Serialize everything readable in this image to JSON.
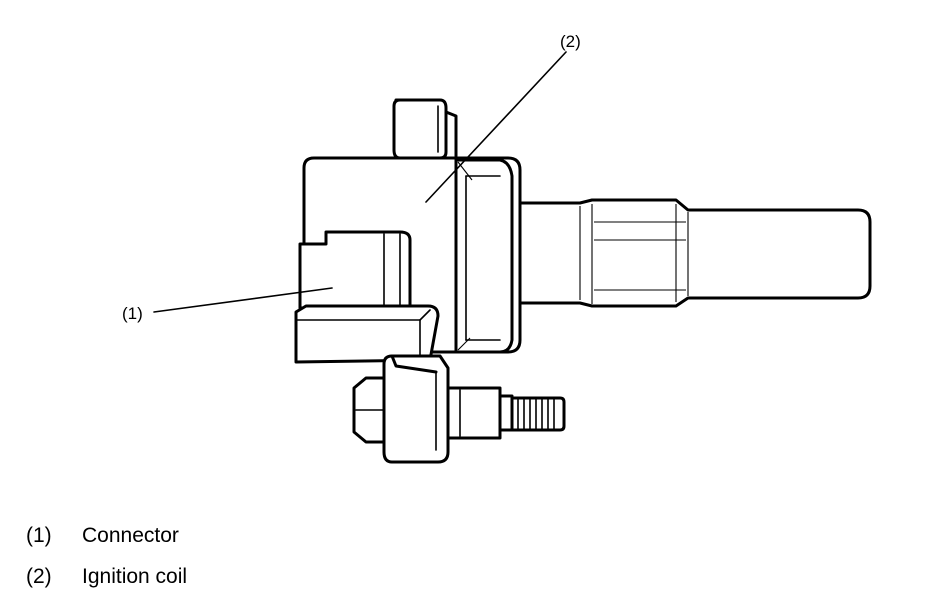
{
  "callouts": {
    "connector": "(1)",
    "ignition_coil": "(2)"
  },
  "legend": [
    {
      "number": "(1)",
      "label": "Connector"
    },
    {
      "number": "(2)",
      "label": "Ignition coil"
    }
  ]
}
